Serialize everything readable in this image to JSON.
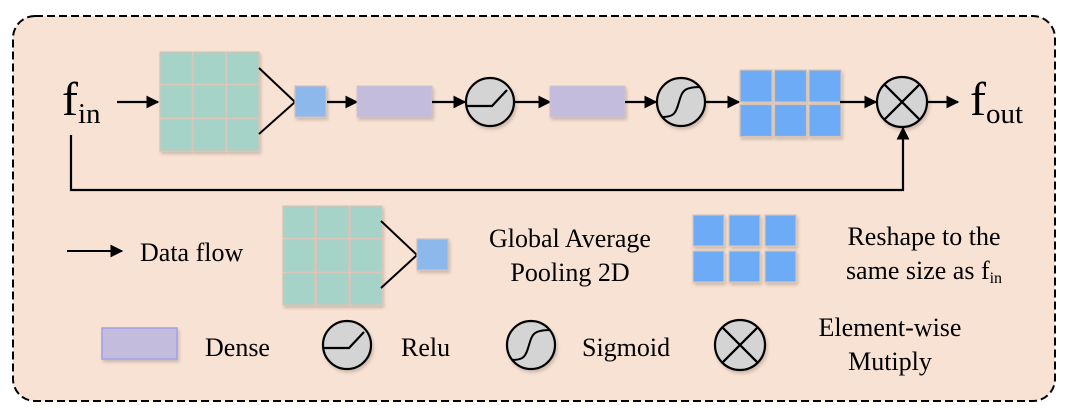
{
  "title": "Squeeze-and-Excitation style channel attention block",
  "colors": {
    "background": "#f8e2d3",
    "grid_cell": "#a6d3c8",
    "grid_gap": "#d6c3b6",
    "pooled_cell": "#8db8ec",
    "dense": "#c3bcdd",
    "dense_legend_border": "#9f9ff0",
    "reshape_cell": "#6eabf6",
    "op_circle": "#d4d4d4",
    "stroke": "#000000"
  },
  "flow": {
    "input": {
      "base": "f",
      "sub": "in"
    },
    "output": {
      "base": "f",
      "sub": "out"
    },
    "nodes": [
      {
        "id": "input-grid",
        "kind": "feature-map-3x3"
      },
      {
        "id": "gap",
        "kind": "global-average-pooling"
      },
      {
        "id": "dense-1",
        "kind": "dense"
      },
      {
        "id": "relu",
        "kind": "relu"
      },
      {
        "id": "dense-2",
        "kind": "dense"
      },
      {
        "id": "sigmoid",
        "kind": "sigmoid"
      },
      {
        "id": "reshape",
        "kind": "reshape-2x3"
      },
      {
        "id": "multiply",
        "kind": "element-wise-multiply"
      }
    ],
    "skip_connection": "f_in to multiply"
  },
  "legend": {
    "data_flow": "Data flow",
    "gap_line1": "Global Average",
    "gap_line2": "Pooling 2D",
    "reshape_line1": "Reshape to the",
    "reshape_line2_prefix": "same size as f",
    "reshape_line2_sub": "in",
    "dense": "Dense",
    "relu": "Relu",
    "sigmoid": "Sigmoid",
    "multiply_line1": "Element-wise",
    "multiply_line2": "Mutiply"
  }
}
